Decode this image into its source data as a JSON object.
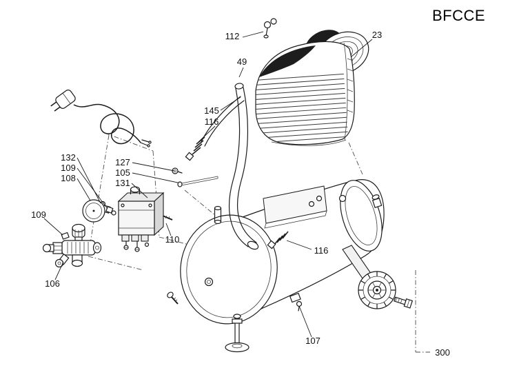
{
  "title": "BFCCE",
  "parts": [
    "112",
    "23",
    "49",
    "145",
    "116",
    "127",
    "105",
    "131",
    "132",
    "109",
    "108",
    "109",
    "110",
    "106",
    "116",
    "107",
    "300"
  ],
  "colors": {
    "line": "#1a1a1a",
    "background": "#ffffff"
  }
}
